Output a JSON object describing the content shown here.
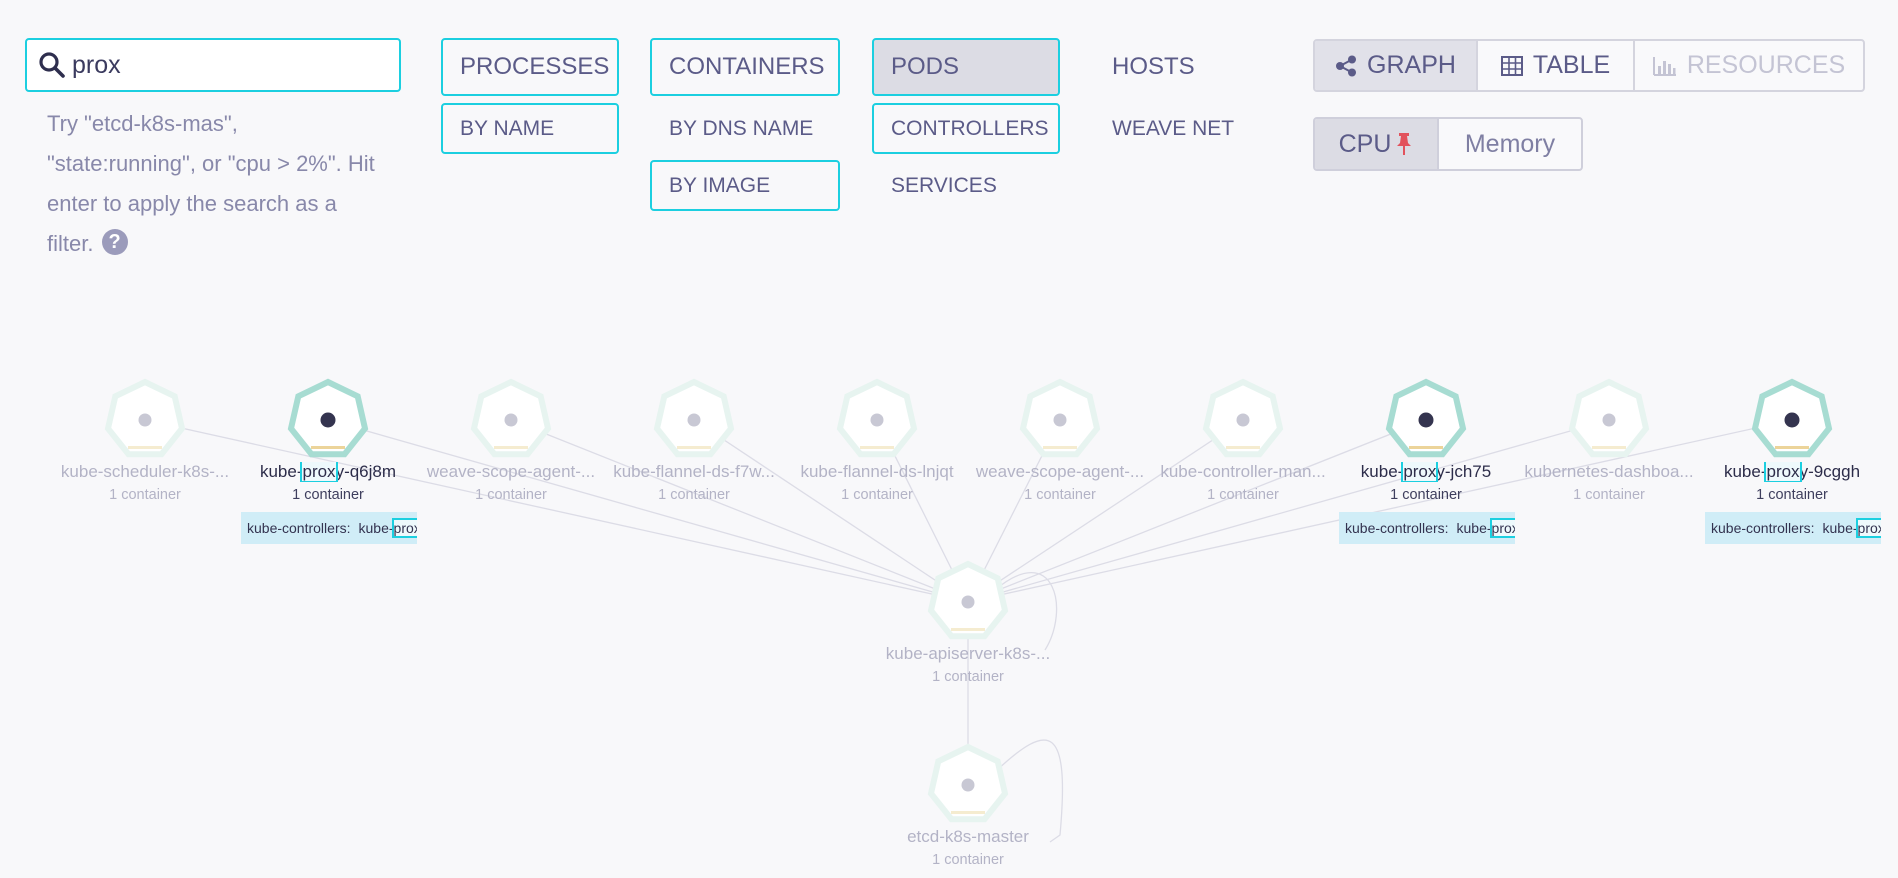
{
  "search": {
    "value": "prox",
    "hint": "Try \"etcd-k8s-mas\", \"state:running\", or \"cpu > 2%\". Hit enter to apply the search as a filter.",
    "help_icon": "?"
  },
  "topologies": {
    "processes": {
      "label": "PROCESSES",
      "sub": [
        {
          "label": "BY NAME"
        }
      ]
    },
    "containers": {
      "label": "CONTAINERS",
      "sub": [
        {
          "label": "BY DNS NAME"
        },
        {
          "label": "BY IMAGE"
        }
      ]
    },
    "pods": {
      "label": "PODS",
      "sub": [
        {
          "label": "CONTROLLERS"
        },
        {
          "label": "SERVICES"
        }
      ]
    },
    "hosts": {
      "label": "HOSTS",
      "sub": [
        {
          "label": "WEAVE NET"
        }
      ]
    }
  },
  "view_modes": {
    "graph": "GRAPH",
    "table": "TABLE",
    "resources": "RESOURCES",
    "selected": "GRAPH"
  },
  "metrics": {
    "cpu": "CPU",
    "memory": "Memory",
    "selected": "CPU"
  },
  "colors": {
    "accent": "#1ccfe0",
    "text": "#5b5b88",
    "pin": "#e2525c",
    "node_match": "#a7dcd2",
    "node_faded": "#e7f4f0"
  },
  "graph": {
    "nodes": [
      {
        "id": "n0",
        "label": "kube-scheduler-k8s-...",
        "sub": "1 container",
        "matched": false
      },
      {
        "id": "n1",
        "label_pre": "kube-",
        "label_hl": "prox",
        "label_post": "y-q6j8m",
        "sub": "1 container",
        "matched": true,
        "match_key": "kube-controllers:",
        "match_value": "kube-prox"
      },
      {
        "id": "n2",
        "label": "weave-scope-agent-...",
        "sub": "1 container",
        "matched": false
      },
      {
        "id": "n3",
        "label": "kube-flannel-ds-f7w...",
        "sub": "1 container",
        "matched": false
      },
      {
        "id": "n4",
        "label": "kube-flannel-ds-lnjqt",
        "sub": "1 container",
        "matched": false
      },
      {
        "id": "n5",
        "label": "weave-scope-agent-...",
        "sub": "1 container",
        "matched": false
      },
      {
        "id": "n6",
        "label": "kube-controller-man...",
        "sub": "1 container",
        "matched": false
      },
      {
        "id": "n7",
        "label_pre": "kube-",
        "label_hl": "prox",
        "label_post": "y-jch75",
        "sub": "1 container",
        "matched": true,
        "match_key": "kube-controllers:",
        "match_value": "kube-prox"
      },
      {
        "id": "n8",
        "label": "kubernetes-dashboa...",
        "sub": "1 container",
        "matched": false
      },
      {
        "id": "n9",
        "label_pre": "kube-",
        "label_hl": "prox",
        "label_post": "y-9cggh",
        "sub": "1 container",
        "matched": true,
        "match_key": "kube-controllers:",
        "match_value": "kube-prox"
      },
      {
        "id": "apiserver",
        "label": "kube-apiserver-k8s-...",
        "sub": "1 container",
        "matched": false
      },
      {
        "id": "etcd",
        "label": "etcd-k8s-master",
        "sub": "1 container",
        "matched": false
      }
    ]
  }
}
